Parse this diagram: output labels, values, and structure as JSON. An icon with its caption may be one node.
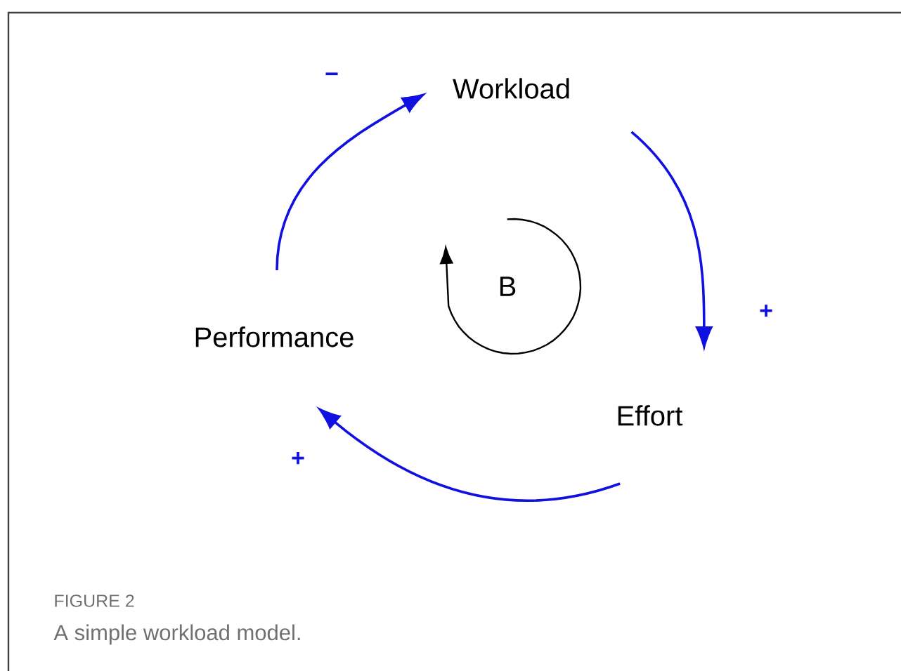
{
  "diagram": {
    "caption": "A simple workload model.",
    "nodes": [
      {
        "text": [
          "Workload"
        ]
      },
      {
        "text": [
          "Effort"
        ]
      },
      {
        "text": [
          "Performance"
        ]
      }
    ],
    "edges": [
      {
        "from": 0,
        "to": 1,
        "arrow": "to",
        "label": "+"
      },
      {
        "from": 1,
        "to": 2,
        "arrow": "to",
        "label": "+"
      },
      {
        "from": 2,
        "to": 0,
        "arrow": "to",
        "label": "−"
      }
    ],
    "labels": [
      "B",
      "FIGURE 2"
    ]
  }
}
